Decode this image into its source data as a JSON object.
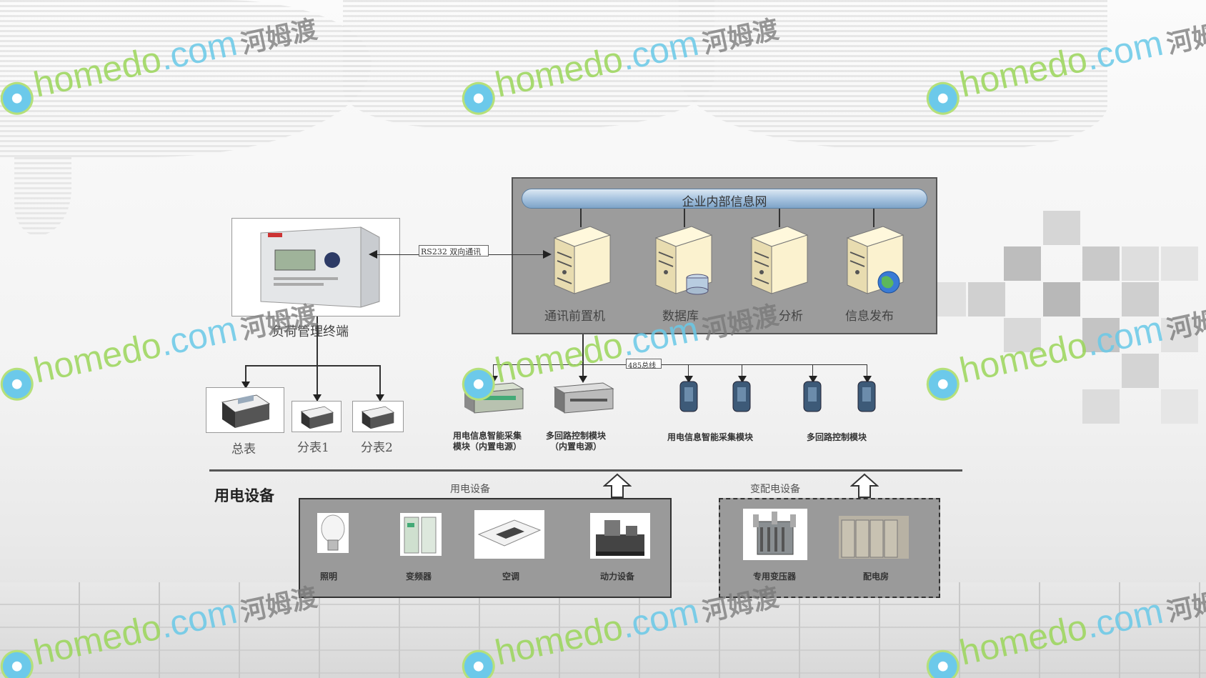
{
  "watermark": {
    "brand": "homedo",
    "domain": ".com",
    "cn": "河姆渡"
  },
  "network": {
    "title": "企业内部信息网"
  },
  "servers": [
    {
      "label": "通讯前置机",
      "icon": "server-icon"
    },
    {
      "label": "数据库",
      "icon": "database-server-icon"
    },
    {
      "label": "分析",
      "icon": "server-icon"
    },
    {
      "label": "信息发布",
      "icon": "globe-server-icon"
    }
  ],
  "terminal": {
    "label": "负荷管理终端"
  },
  "link": {
    "rs232": "RS232 双向通讯",
    "rs485": "485总线"
  },
  "meters": [
    {
      "label": "总表"
    },
    {
      "label": "分表1"
    },
    {
      "label": "分表2"
    }
  ],
  "modules": [
    {
      "label": "用电信息智能采集\n模块（内置电源）"
    },
    {
      "label": "多回路控制模块\n（内置电源）"
    },
    {
      "label": "用电信息智能采集模块"
    },
    {
      "label": "多回路控制模块"
    }
  ],
  "section": {
    "title": "用电设备"
  },
  "consumers": {
    "title": "用电设备",
    "items": [
      {
        "label": "照明",
        "icon": "bulb-icon"
      },
      {
        "label": "变频器",
        "icon": "inverter-icon"
      },
      {
        "label": "空调",
        "icon": "air-conditioner-icon"
      },
      {
        "label": "动力设备",
        "icon": "machinery-icon"
      }
    ]
  },
  "substation": {
    "title": "变配电设备",
    "items": [
      {
        "label": "专用变压器",
        "icon": "transformer-icon"
      },
      {
        "label": "配电房",
        "icon": "switchgear-icon"
      }
    ]
  },
  "colors": {
    "accent": "#a8c4e0",
    "frame": "#555555",
    "panel": "#9a9a9a"
  }
}
